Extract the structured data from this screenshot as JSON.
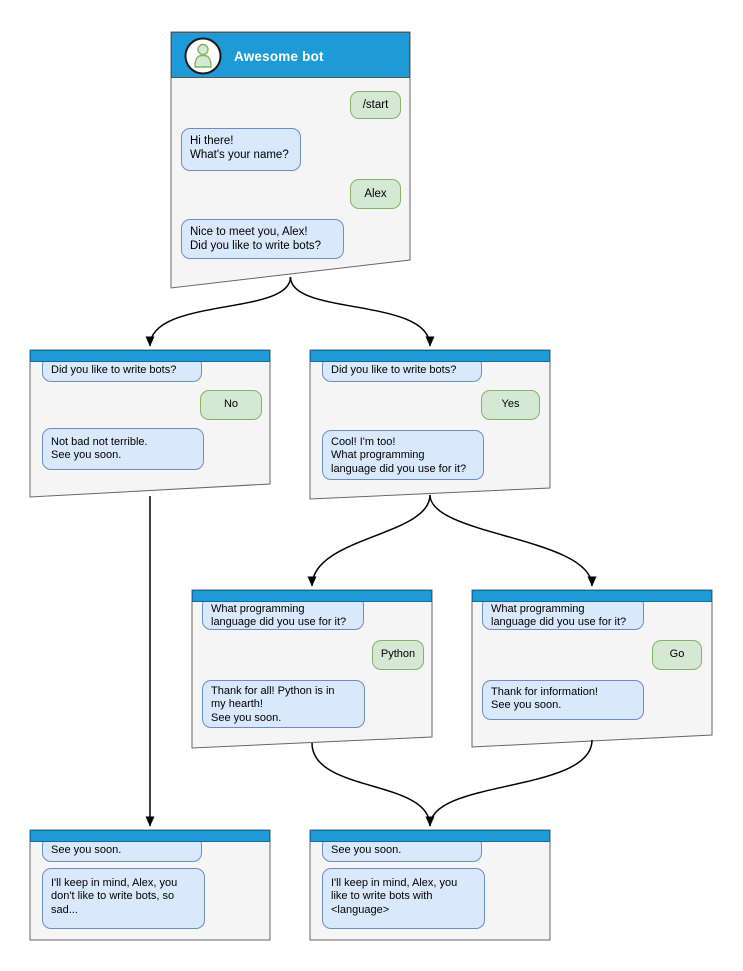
{
  "colors": {
    "header_blue": "#1E9BD7",
    "window_fill": "#F5F5F5",
    "window_border": "#666666",
    "bot_bubble_fill": "#DAE8FC",
    "bot_bubble_border": "#6C8EBF",
    "user_bubble_fill": "#D5E8D4",
    "user_bubble_border": "#82B366",
    "arrow_color": "#000000"
  },
  "windows": {
    "main": {
      "title": "Awesome bot",
      "messages": [
        {
          "from": "user",
          "text": "/start"
        },
        {
          "from": "bot",
          "text": "Hi there!\nWhat's your name?"
        },
        {
          "from": "user",
          "text": "Alex"
        },
        {
          "from": "bot",
          "text": "Nice to meet you, Alex!\nDid you like to write bots?"
        }
      ]
    },
    "branch_no": {
      "messages": [
        {
          "from": "bot",
          "text": "Did you like to write bots?"
        },
        {
          "from": "user",
          "text": "No"
        },
        {
          "from": "bot",
          "text": "Not bad not terrible.\nSee you soon."
        }
      ]
    },
    "branch_yes": {
      "messages": [
        {
          "from": "bot",
          "text": "Did you like to write bots?"
        },
        {
          "from": "user",
          "text": "Yes"
        },
        {
          "from": "bot",
          "text": "Cool! I'm too!\nWhat programming\nlanguage did you use for it?"
        }
      ]
    },
    "branch_python": {
      "messages": [
        {
          "from": "bot",
          "text": "What programming\nlanguage did you use for it?"
        },
        {
          "from": "user",
          "text": "Python"
        },
        {
          "from": "bot",
          "text": "Thank for all! Python is in\nmy hearth!\nSee you soon."
        }
      ]
    },
    "branch_go": {
      "messages": [
        {
          "from": "bot",
          "text": "What programming\nlanguage did you use for it?"
        },
        {
          "from": "user",
          "text": "Go"
        },
        {
          "from": "bot",
          "text": "Thank for information!\nSee you soon."
        }
      ]
    },
    "end_no": {
      "messages": [
        {
          "from": "bot",
          "text": "See you soon."
        },
        {
          "from": "bot",
          "text": "I'll keep in mind, Alex, you\ndon't like to write bots, so\nsad..."
        }
      ]
    },
    "end_language": {
      "messages": [
        {
          "from": "bot",
          "text": "See you soon."
        },
        {
          "from": "bot",
          "text": "I'll keep in mind, Alex, you\nlike to write bots with\n<language>"
        }
      ]
    }
  },
  "edges": [
    {
      "from": "main",
      "to": "branch_no"
    },
    {
      "from": "main",
      "to": "branch_yes"
    },
    {
      "from": "branch_no",
      "to": "end_no"
    },
    {
      "from": "branch_yes",
      "to": "branch_python"
    },
    {
      "from": "branch_yes",
      "to": "branch_go"
    },
    {
      "from": "branch_python",
      "to": "end_language"
    },
    {
      "from": "branch_go",
      "to": "end_language"
    }
  ]
}
